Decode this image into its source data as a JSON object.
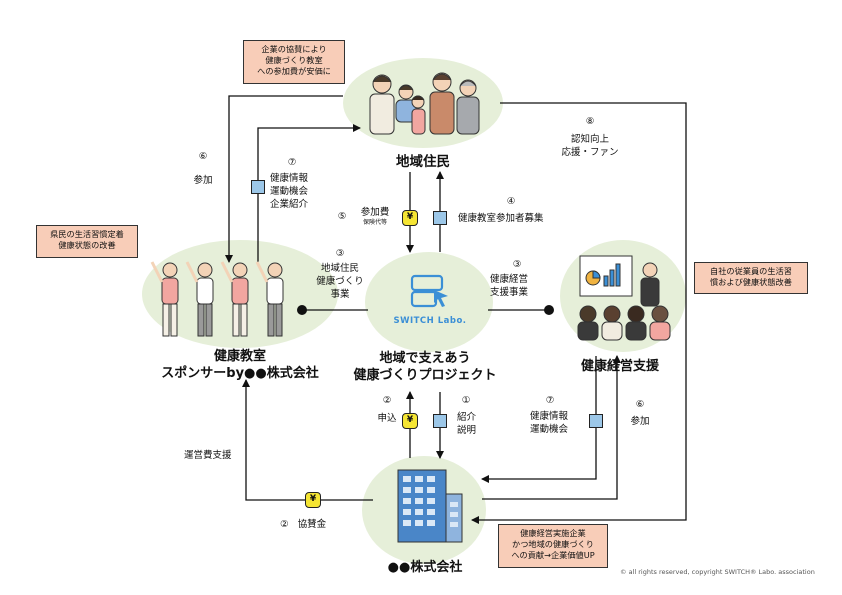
{
  "nodes": {
    "residents": {
      "title": "地域住民"
    },
    "classroom": {
      "title_line1": "健康教室",
      "title_line2": "スポンサーby●●株式会社"
    },
    "center": {
      "logo_text": "SWITCH Labo.",
      "title_line1": "地域で支えあう",
      "title_line2": "健康づくりプロジェクト"
    },
    "support": {
      "title": "健康経営支援"
    },
    "company": {
      "title": "●●株式会社"
    }
  },
  "callouts": {
    "residents": [
      "企業の協賛により",
      "健康づくり教室",
      "への参加費が安価に"
    ],
    "classroom": [
      "県民の生活習慣定着",
      "健康状態の改善"
    ],
    "support": [
      "自社の従業員の生活習",
      "慣および健康状態改善"
    ],
    "company": [
      "健康経営実施企業",
      "かつ地域の健康づくり",
      "への貢献→企業価値UP"
    ]
  },
  "flows": {
    "f6_left": {
      "num": "⑥",
      "text": "参加"
    },
    "f7_left": {
      "num": "⑦",
      "lines": [
        "健康情報",
        "運動機会",
        "企業紹介"
      ]
    },
    "f5": {
      "num": "⑤",
      "text": "参加費",
      "subtext": "保険代等"
    },
    "f4": {
      "num": "④",
      "text": "健康教室参加者募集"
    },
    "f3_left": {
      "num": "③",
      "lines": [
        "地域住民",
        "健康づくり",
        "事業"
      ]
    },
    "f3_right": {
      "num": "③",
      "lines": [
        "健康経営",
        "支援事業"
      ]
    },
    "f8": {
      "num": "⑧",
      "lines": [
        "認知向上",
        "応援・ファン"
      ]
    },
    "f2": {
      "num": "②",
      "text": "申込"
    },
    "f1": {
      "num": "①",
      "lines": [
        "紹介",
        "説明"
      ]
    },
    "f7_right": {
      "num": "⑦",
      "lines": [
        "健康情報",
        "運動機会"
      ]
    },
    "f6_right": {
      "num": "⑥",
      "text": "参加"
    },
    "operating": {
      "text": "運営費支援"
    },
    "sponsor": {
      "num": "②",
      "text": "協賛金"
    }
  },
  "yen_symbol": "¥",
  "copyright": "© all rights reserved, copyright SWITCH® Labo. association",
  "colors": {
    "blob": "#e6efd9",
    "callout": "#f8cdb8",
    "chip_blue": "#9cc7e8",
    "yen": "#f5e533",
    "building": "#4a86c8"
  }
}
